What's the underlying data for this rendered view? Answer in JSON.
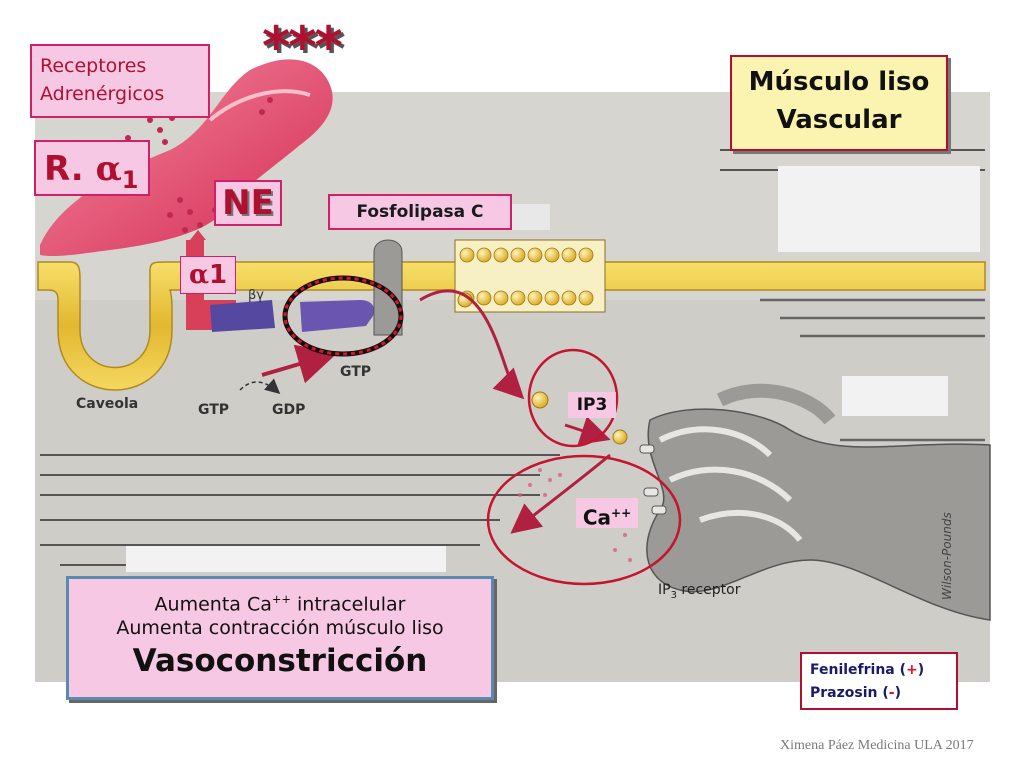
{
  "labels": {
    "receptores": "Receptores Adrenérgicos",
    "stars": "***",
    "musculo_liso": "Músculo liso",
    "vascular": "Vascular",
    "r_alpha1_prefix": "R. ",
    "r_alpha1_greek": "α",
    "r_alpha1_sub": "1",
    "ne": "NE",
    "fosfolipasa": "Fosfolipasa C",
    "alpha1_greek": "α",
    "alpha1_num": "1",
    "beta_gamma": "βγ",
    "caveola": "Caveola",
    "gtp_arrow": "GTP",
    "gtp_left": "GTP",
    "gdp": "GDP",
    "ip3": "IP3",
    "ca": "Ca",
    "ca_sup": "++",
    "ip3_receptor_prefix": "IP",
    "ip3_receptor_sub": "3",
    "ip3_receptor_suffix": " receptor",
    "signature": "Wilson-Pounds",
    "footer": "Ximena Páez Medicina ULA 2017"
  },
  "summary_box": {
    "line1_a": "Aumenta Ca",
    "line1_sup": "++",
    "line1_b": " intracelular",
    "line2": "Aumenta contracción músculo liso",
    "line3": "Vasoconstricción"
  },
  "drugs": {
    "fenilefrina": "Fenilefrina (",
    "fenilefrina_sign": "+",
    "prazosin": "Prazosin (",
    "prazosin_sign": "-",
    "close": ")"
  },
  "colors": {
    "membrane": "#e6c23a",
    "neuron": "#e8385e",
    "receptor": "#d8405a",
    "gprotein": "#6a55b0",
    "annotation_red": "#c4142e",
    "text_blue": "#1a1a6a",
    "text_dark_red": "#8a0018"
  }
}
